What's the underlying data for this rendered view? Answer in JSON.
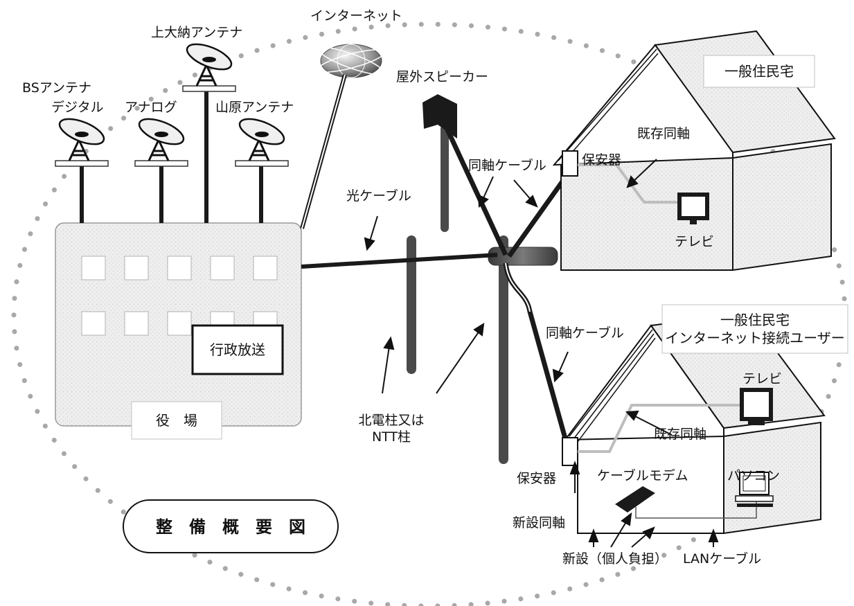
{
  "colors": {
    "cable_dark": "#1a1a1a",
    "pole_gray": "#555555",
    "building_fill": "#ececec",
    "dot_gray": "#9a9a9a",
    "light_line": "#bdbdbd"
  },
  "labels": {
    "internet": "インターネット",
    "kamiono_antenna": "上大納アンテナ",
    "bs_antenna": "BSアンテナ",
    "digital": "デジタル",
    "analog": "アナログ",
    "yamahara_antenna": "山原アンテナ",
    "outdoor_speaker": "屋外スピーカー",
    "coax_cable_top": "同軸ケーブル",
    "optical_cable": "光ケーブル",
    "gyosei_hoso": "行政放送",
    "town_hall": "役　場",
    "pole_line1": "北電柱又は",
    "pole_line2": "NTT柱",
    "house1_title": "一般住民宅",
    "existing_coax_1": "既存同軸",
    "protector_1": "保安器",
    "tv_1": "テレビ",
    "house2_title_line1": "一般住民宅",
    "house2_title_line2": "インターネット接続ユーザー",
    "coax_cable_bottom": "同軸ケーブル",
    "tv_2": "テレビ",
    "existing_coax_2": "既存同軸",
    "protector_2": "保安器",
    "cable_modem": "ケーブルモデム",
    "pc": "パソコン",
    "new_coax": "新設同軸",
    "new_personal": "新設（個人負担）",
    "lan_cable": "LANケーブル",
    "overview_title": "整　備　概　要　図"
  }
}
